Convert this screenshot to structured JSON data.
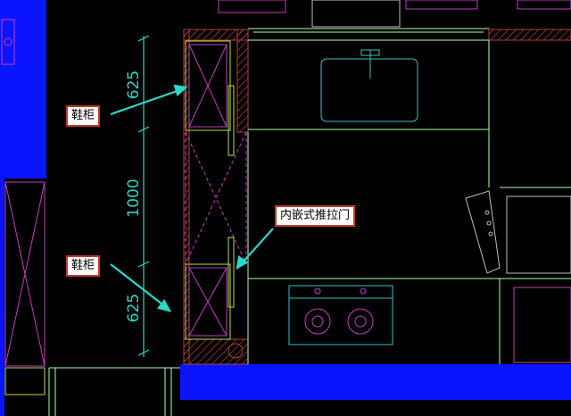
{
  "labels": {
    "shoe_cabinet_top": "鞋柜",
    "shoe_cabinet_bottom": "鞋柜",
    "sliding_door": "内嵌式推拉门"
  },
  "dimensions": {
    "top": "625",
    "middle": "1000",
    "bottom": "625"
  },
  "colors": {
    "background": "#000000",
    "wall_blue": "#0a14ff",
    "dimension_cyan": "#2ad8c8",
    "cabinet_magenta": "#c040c0",
    "counter_green": "#b0ffb0",
    "door_yellow_green": "#b8e040",
    "hatch_red": "#b04040",
    "appliance_cyan": "#40c0c0",
    "callout_border": "#c0392b"
  }
}
